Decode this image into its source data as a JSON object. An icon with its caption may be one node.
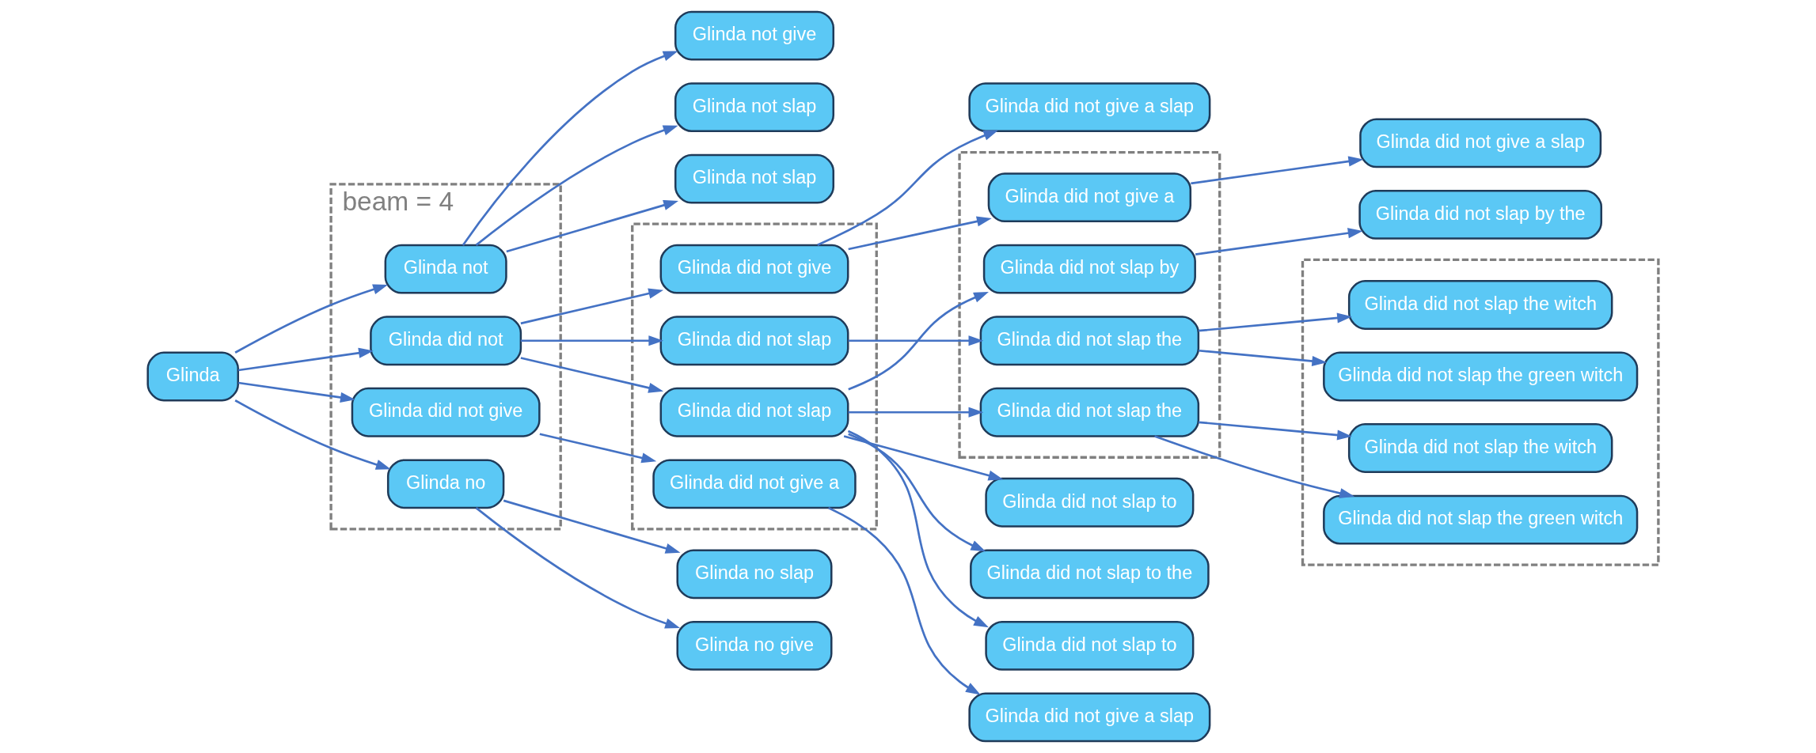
{
  "diagram": {
    "nodes": [
      {
        "text": [
          "Glinda"
        ]
      },
      {
        "text": [
          "beam = 4"
        ]
      },
      {
        "text": [
          "Glinda not"
        ],
        "in": 1
      },
      {
        "text": [
          "Glinda did not"
        ],
        "in": 1
      },
      {
        "text": [
          "Glinda did not give"
        ],
        "in": 1
      },
      {
        "text": [
          "Glinda no"
        ],
        "in": 1
      },
      {
        "text": [
          "Glinda not give"
        ]
      },
      {
        "text": [
          "Glinda not slap"
        ]
      },
      {
        "text": [
          "Glinda not slap"
        ]
      },
      {
        "text": [],
        "shape": "box"
      },
      {
        "text": [
          "Glinda did not give"
        ],
        "in": 9
      },
      {
        "text": [
          "Glinda did not slap"
        ],
        "in": 9
      },
      {
        "text": [
          "Glinda did not slap"
        ],
        "in": 9
      },
      {
        "text": [
          "Glinda did not give a"
        ],
        "in": 9
      },
      {
        "text": [
          "Glinda no give"
        ]
      },
      {
        "text": [
          "Glinda no slap"
        ]
      },
      {
        "text": [
          "Glinda did not give a slap"
        ]
      },
      {
        "text": [
          "Glinda did not slap to"
        ]
      },
      {
        "text": [
          "Glinda did not slap to the"
        ]
      },
      {
        "text": [],
        "shape": "box"
      },
      {
        "text": [
          "Glinda did not give a"
        ],
        "in": 19
      },
      {
        "text": [
          "Glinda did not slap by"
        ],
        "in": 19
      },
      {
        "text": [
          "Glinda did not slap the"
        ],
        "in": 19
      },
      {
        "text": [
          "Glinda did not slap the"
        ],
        "in": 19
      },
      {
        "text": [
          "Glinda did not slap to"
        ]
      },
      {
        "text": [
          "Glinda did not give a slap"
        ]
      },
      {
        "text": [
          "Glinda did not give a slap"
        ]
      },
      {
        "text": [
          "Glinda did not slap by the"
        ]
      },
      {
        "text": [],
        "shape": "box"
      },
      {
        "text": [
          "Glinda did not slap the witch"
        ],
        "in": 28
      },
      {
        "text": [
          "Glinda did not slap the green witch"
        ],
        "in": 28
      },
      {
        "text": [
          "Glinda did not slap the witch"
        ],
        "in": 28
      },
      {
        "text": [
          "Glinda did not slap the green witch"
        ],
        "in": 28
      }
    ],
    "edges": [
      {
        "from": 0,
        "to": 2,
        "arrow": "to"
      },
      {
        "from": 0,
        "to": 3,
        "arrow": "to"
      },
      {
        "from": 0,
        "to": 4,
        "arrow": "to"
      },
      {
        "from": 0,
        "to": 5,
        "arrow": "to"
      },
      {
        "from": 2,
        "to": 6,
        "arrow": "to"
      },
      {
        "from": 2,
        "to": 7,
        "arrow": "to"
      },
      {
        "from": 2,
        "to": 8,
        "arrow": "to"
      },
      {
        "from": 3,
        "to": 10,
        "arrow": "to"
      },
      {
        "from": 3,
        "to": 11,
        "arrow": "to"
      },
      {
        "from": 3,
        "to": 12,
        "arrow": "to"
      },
      {
        "from": 4,
        "to": 13,
        "arrow": "to"
      },
      {
        "from": 5,
        "to": 14,
        "arrow": "to"
      },
      {
        "from": 5,
        "to": 15,
        "arrow": "to"
      },
      {
        "from": 10,
        "to": 16,
        "arrow": "to"
      },
      {
        "from": 10,
        "to": 20,
        "arrow": "to"
      },
      {
        "from": 11,
        "to": 17,
        "arrow": "to"
      },
      {
        "from": 11,
        "to": 18,
        "arrow": "to"
      },
      {
        "from": 11,
        "to": 21,
        "arrow": "to"
      },
      {
        "from": 11,
        "to": 22,
        "arrow": "to"
      },
      {
        "from": 11,
        "to": 24,
        "arrow": "to"
      },
      {
        "from": 12,
        "to": 23,
        "arrow": "to"
      },
      {
        "from": 13,
        "to": 25,
        "arrow": "to"
      },
      {
        "from": 20,
        "to": 26,
        "arrow": "to"
      },
      {
        "from": 21,
        "to": 27,
        "arrow": "to"
      },
      {
        "from": 22,
        "to": 29,
        "arrow": "to"
      },
      {
        "from": 22,
        "to": 30,
        "arrow": "to"
      },
      {
        "from": 23,
        "to": 31,
        "arrow": "to"
      },
      {
        "from": 23,
        "to": 32,
        "arrow": "to"
      }
    ]
  }
}
